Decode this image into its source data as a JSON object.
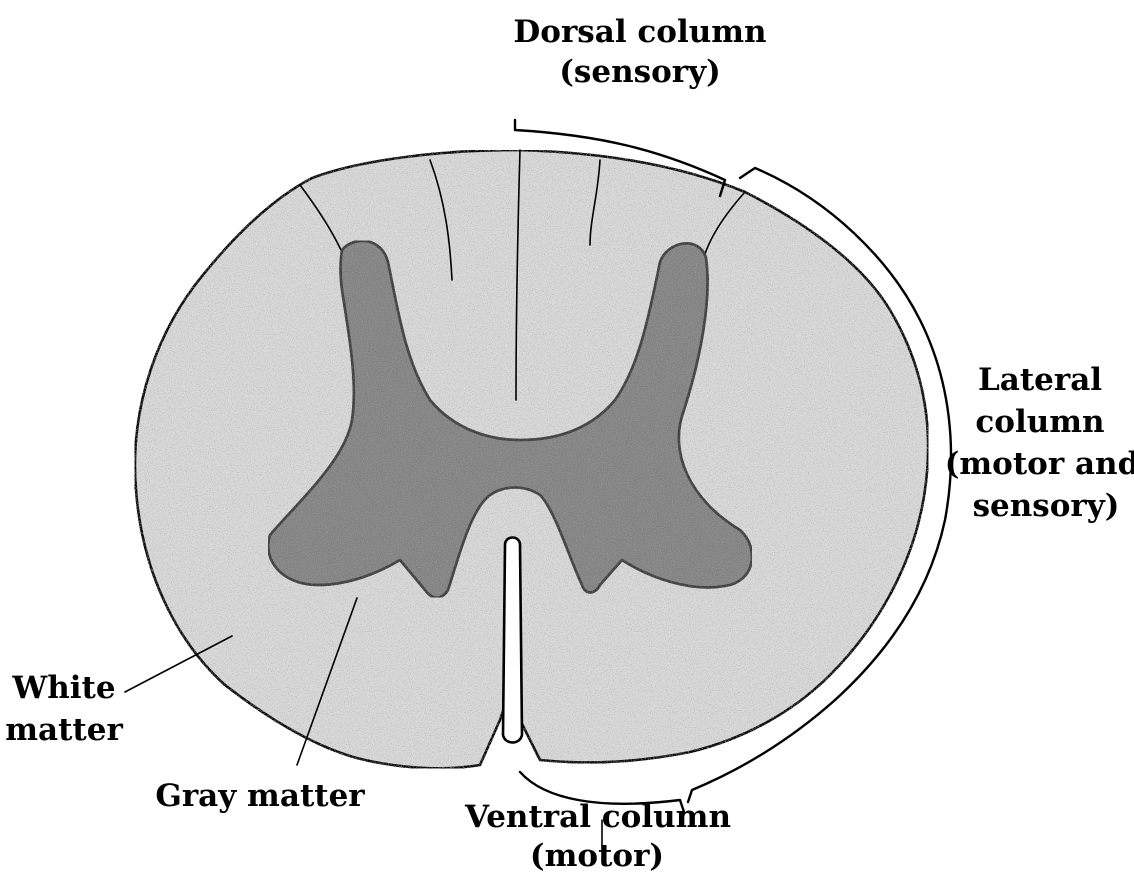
{
  "labels": {
    "dorsal_column_line1": "Dorsal column",
    "dorsal_column_line2": "(sensory)",
    "lateral_column_line1": "Lateral",
    "lateral_column_line2": "column",
    "lateral_column_line3": "(motor and",
    "lateral_column_line4": "sensory)",
    "white_matter_line1": "White",
    "white_matter_line2": "matter",
    "gray_matter": "Gray matter",
    "ventral_column_line1": "Ventral column",
    "ventral_column_line2": "(motor)"
  },
  "colors": {
    "white_matter_fill": "#d9d9d9",
    "gray_matter_fill": "#9a9a9a",
    "outline": "#000000",
    "text": "#000000"
  }
}
